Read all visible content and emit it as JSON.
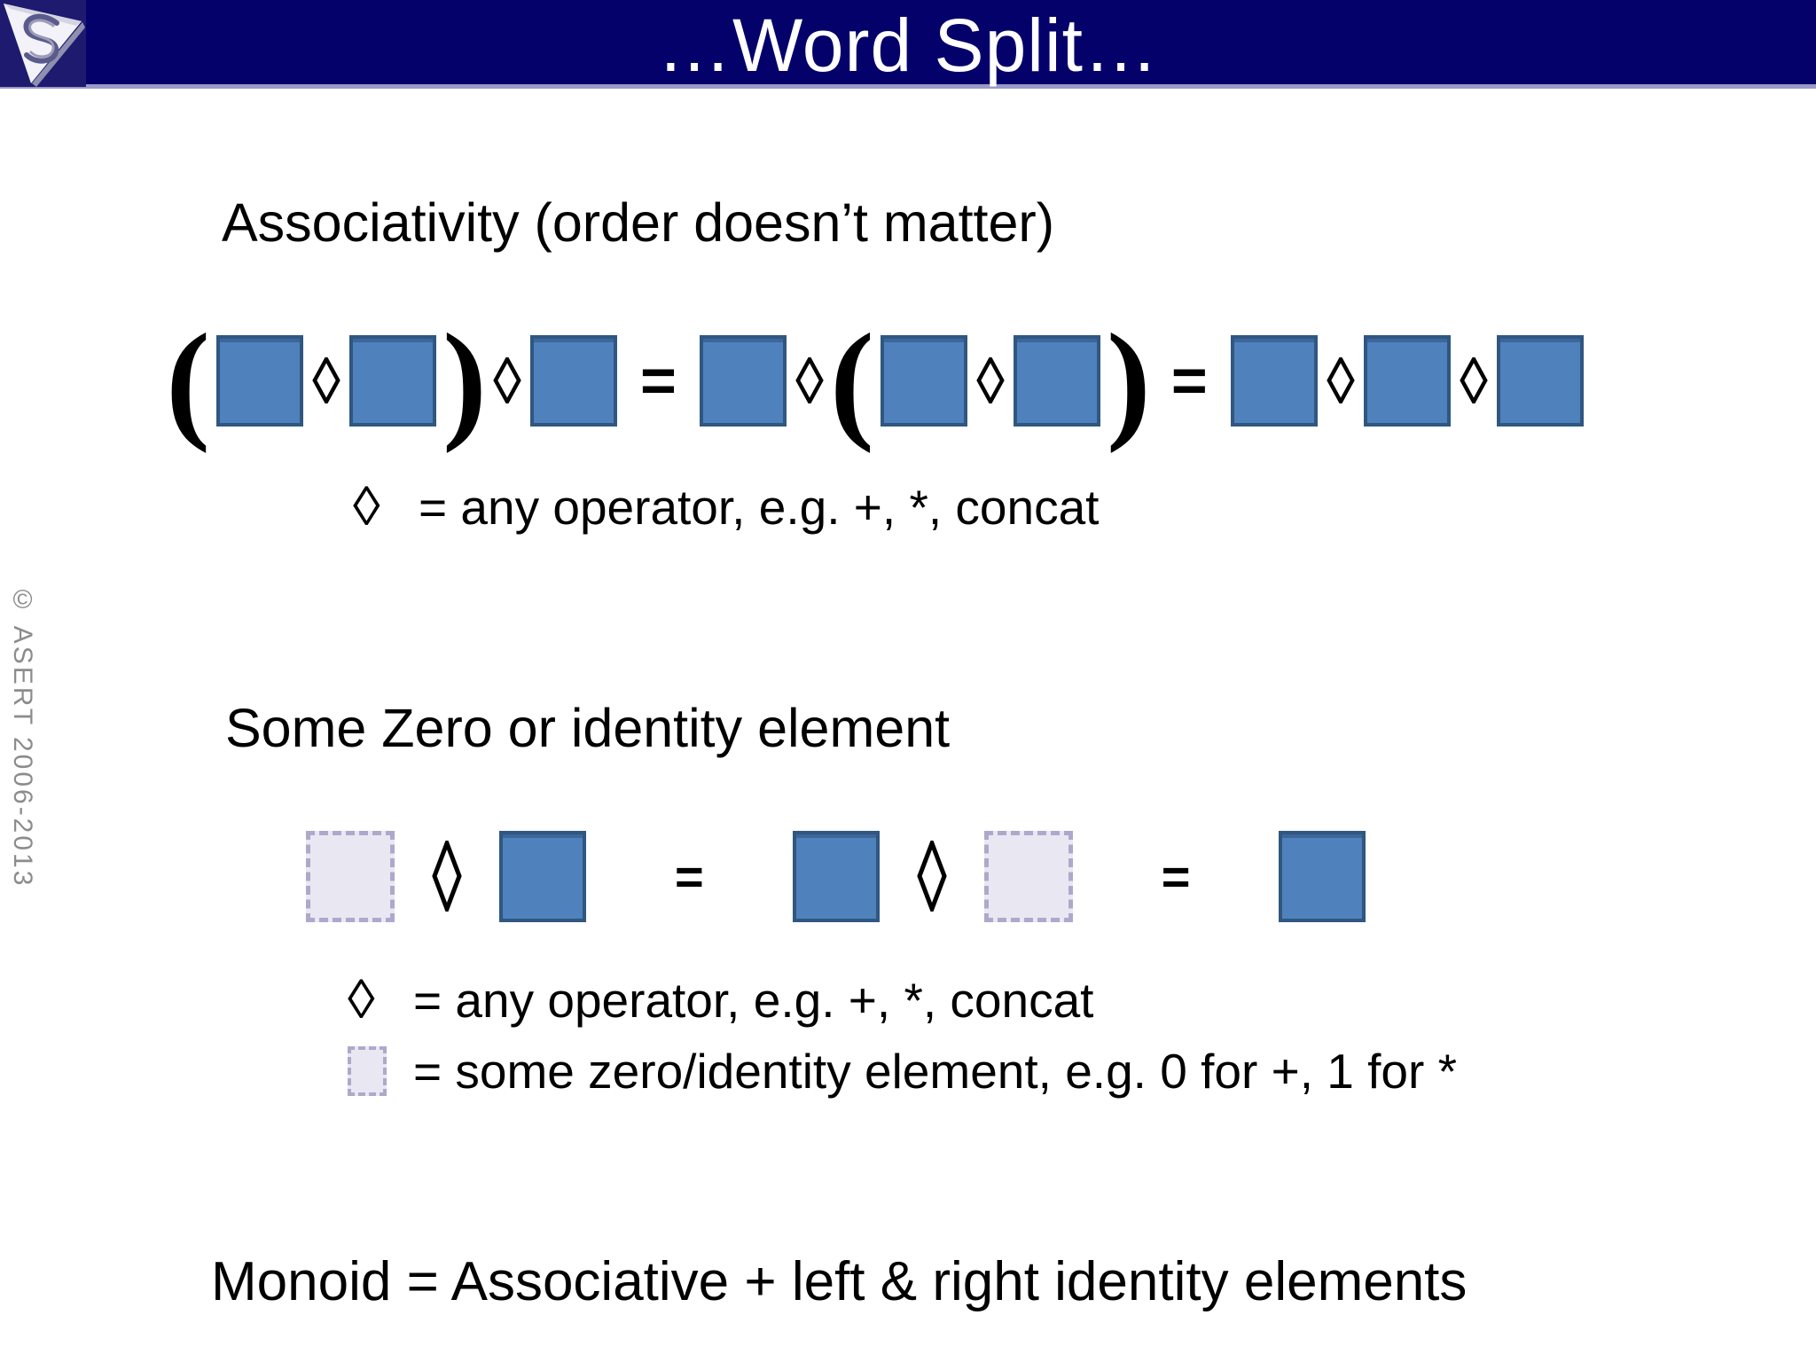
{
  "slide": {
    "title": "…Word Split…",
    "copyright": "© ASERT 2006-2013"
  },
  "symbols": {
    "op": "◊",
    "eq": "=",
    "lparen": "(",
    "rparen": ")"
  },
  "associativity": {
    "heading": "Associativity (order doesn’t matter)",
    "equation": [
      "lparen",
      "block",
      "op",
      "block",
      "rparen",
      "op",
      "block",
      "eq",
      "block",
      "op",
      "lparen",
      "block",
      "op",
      "block",
      "rparen",
      "eq",
      "block",
      "op",
      "block",
      "op",
      "block"
    ],
    "legend": [
      {
        "symbol": "op",
        "text": "= any operator, e.g. +, *, concat"
      }
    ]
  },
  "identity": {
    "heading": "Some Zero or identity element",
    "equation": [
      "zero",
      "op",
      "block",
      "eq",
      "block",
      "op",
      "zero",
      "eq",
      "block"
    ],
    "legend": [
      {
        "symbol": "op",
        "text": "= any operator, e.g. +, *, concat"
      },
      {
        "symbol": "zero",
        "text": "= some zero/identity element, e.g. 0 for +, 1 for *"
      }
    ]
  },
  "monoid_line": "Monoid = Associative + left & right identity elements",
  "colors": {
    "header_bg": "#04016A",
    "header_underline": "#9A9AC8",
    "block_fill": "#4F81BD",
    "block_border": "#2F5780",
    "zero_fill": "#E9E7F2",
    "zero_border": "#AEA9CB",
    "text": "#000000",
    "copyright_text": "#8C8C8C"
  }
}
